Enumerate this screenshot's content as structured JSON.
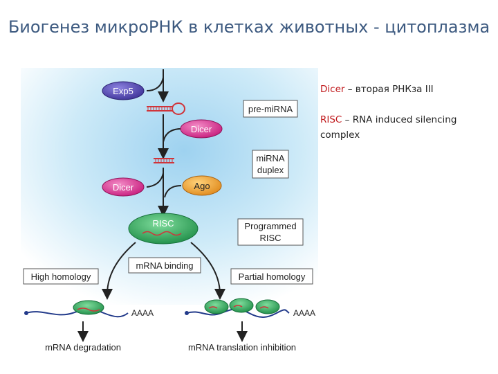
{
  "title": "Биогенез микроРНК в клетках животных - цитоплазма",
  "diagram": {
    "nodes": {
      "exp5": "Exp5",
      "dicer_1": "Dicer",
      "dicer_2": "Dicer",
      "ago": "Ago",
      "risc": "RISC",
      "aaaa_left": "AAAA",
      "aaaa_right": "AAAA"
    },
    "labels": {
      "pre_mirna": "pre-miRNA",
      "mirna_duplex_line1": "miRNA",
      "mirna_duplex_line2": "duplex",
      "programmed_risc_line1": "Programmed",
      "programmed_risc_line2": "RISC",
      "mrna_binding": "mRNA binding",
      "high_homology": "High homology",
      "partial_homology": "Partial homology",
      "mrna_degradation": "mRNA degradation",
      "mrna_translation_inhibition": "mRNA translation inhibition"
    }
  },
  "notes": [
    {
      "term": "Dicer",
      "text": " – вторая РНКза III"
    },
    {
      "term": "RISC",
      "text": " – RNA induced silencing complex"
    }
  ],
  "colors": {
    "title": "#3d5a80",
    "term": "#c0181b",
    "exp5": "#5a4fb5",
    "dicer": "#e0409b",
    "ago": "#f0a43a",
    "risc": "#2fae5f",
    "background_glow": "#bfe3f5"
  }
}
